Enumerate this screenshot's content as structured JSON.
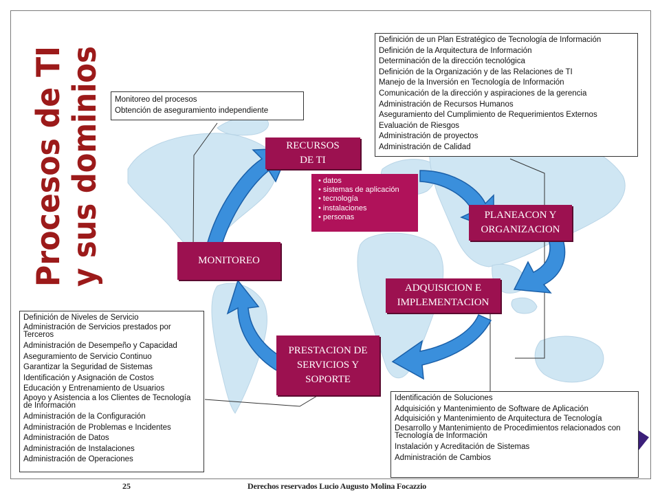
{
  "title": {
    "line1": "Procesos de TI",
    "line2": "y sus dominios"
  },
  "nodes": {
    "recursos": [
      "RECURSOS",
      "DE  TI"
    ],
    "planeacion": [
      "PLANEACON Y",
      "ORGANIZACION"
    ],
    "adquisicion": [
      "ADQUISICION E",
      "IMPLEMENTACION"
    ],
    "prestacion": [
      "PRESTACION DE",
      "SERVICIOS Y",
      "SOPORTE"
    ],
    "monitoreo": [
      "MONITOREO"
    ]
  },
  "resources": [
    "datos",
    "sistemas de aplicación",
    "tecnología",
    "instalaciones",
    "personas"
  ],
  "callouts": {
    "monitoreo": [
      "Monitoreo del procesos",
      "Obtención de aseguramiento independiente"
    ],
    "planeacion": [
      "Definición de un Plan Estratégico de Tecnología de Información",
      "Definición de la Arquitectura de Información",
      "Determinación de la dirección tecnológica",
      "Definición de la Organización  y de las Relaciones  de TI",
      "Manejo de la Inversión en Tecnología de Información",
      "Comunicación de la dirección y aspiraciones de la gerencia",
      "Administración de Recursos Humanos",
      "Aseguramiento del Cumplimiento de Requerimientos Externos",
      "Evaluación de Riesgos",
      "Administración de proyectos",
      "Administración  de Calidad"
    ],
    "prestacion": [
      "Definición de Niveles de Servicio",
      "Administración de Servicios prestados por Terceros",
      "Administración de Desempeño y Capacidad",
      "Aseguramiento de Servicio Continuo",
      "Garantizar  la Seguridad de Sistemas",
      "Identificación y Asignación de Costos",
      "Educación y Entrenamiento  de Usuarios",
      "Apoyo y Asistencia a los Clientes de Tecnología de Información",
      "Administración de la Configuración",
      "Administración de Problemas e Incidentes",
      "Administración de Datos",
      "Administración de Instalaciones",
      "Administración de Operaciones"
    ],
    "adquisicion": [
      "Identificación de Soluciones",
      "Adquisición y Mantenimiento de Software de Aplicación",
      "Adquisición y Mantenimiento de Arquitectura de Tecnología",
      "Desarrollo y Mantenimiento de Procedimientos relacionados con Tecnología de Información",
      "Instalación y Acreditación de Sistemas",
      "Administración de Cambios"
    ]
  },
  "footer": {
    "page": "25",
    "copyright": "Derechos reservados Lucio Augusto Molina Focazzio"
  },
  "colors": {
    "title": "#9c1a1a",
    "node": "#9c1150",
    "arrow": "#3a8fdc",
    "map": "#cfe6f3"
  }
}
